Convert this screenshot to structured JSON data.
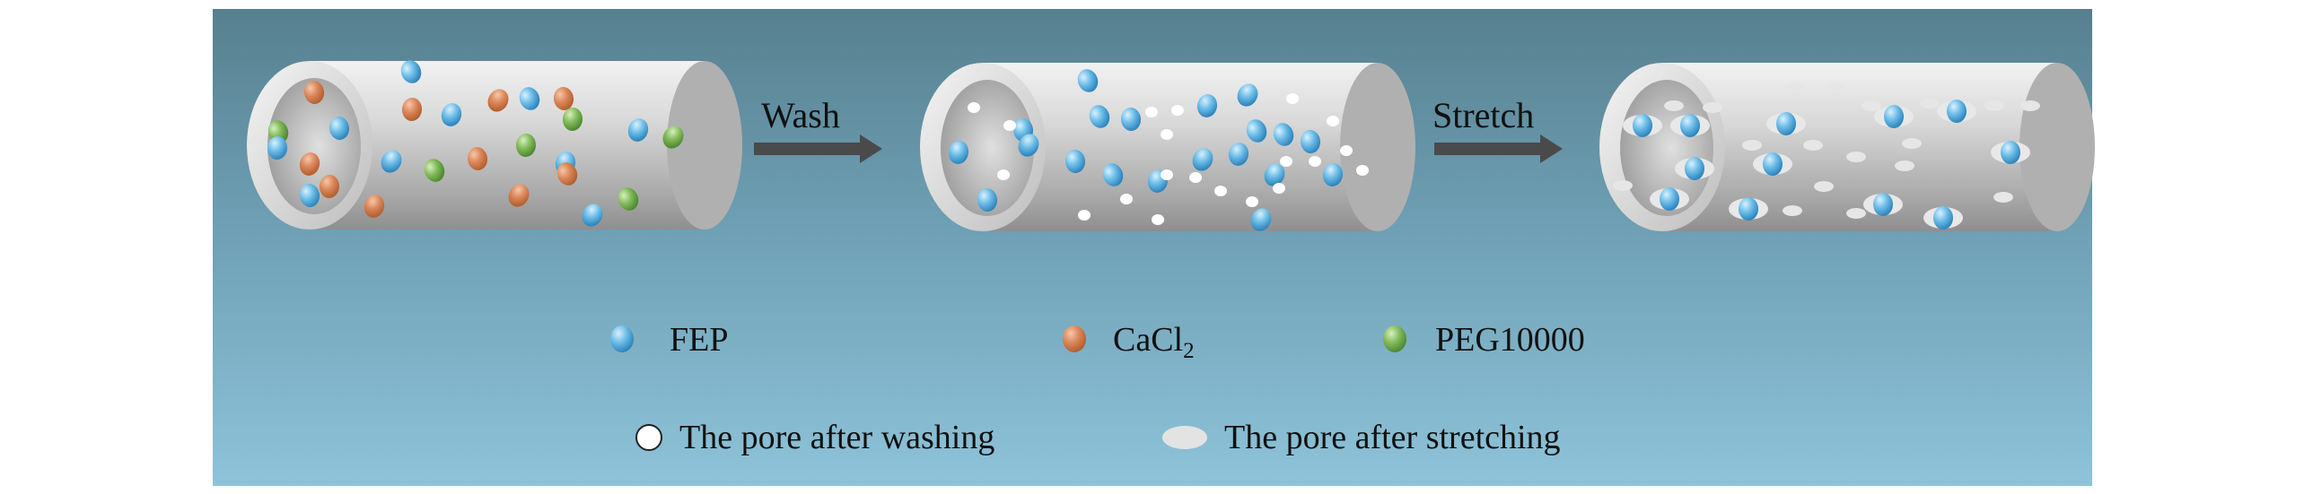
{
  "steps": {
    "wash": "Wash",
    "stretch": "Stretch"
  },
  "legend": {
    "fep": "FEP",
    "cacl2_main": "CaCl",
    "cacl2_sub": "2",
    "peg": "PEG10000",
    "pore_washing": "The pore after washing",
    "pore_stretching": "The pore after stretching"
  },
  "colors": {
    "background_top": "#57808f",
    "background_bottom": "#8ec3d9",
    "fep": "#5fb3e0",
    "cacl2": "#d9855a",
    "peg": "#7fb55a",
    "pore_washing": "#ffffff",
    "pore_stretching": "#e6e6e6",
    "tube": "#c8c8c8",
    "arrow": "#4a4a4a"
  },
  "icons": [
    "fep-particle-icon",
    "cacl2-particle-icon",
    "peg-particle-icon",
    "washing-pore-icon",
    "stretching-pore-icon",
    "arrow-right-icon"
  ]
}
